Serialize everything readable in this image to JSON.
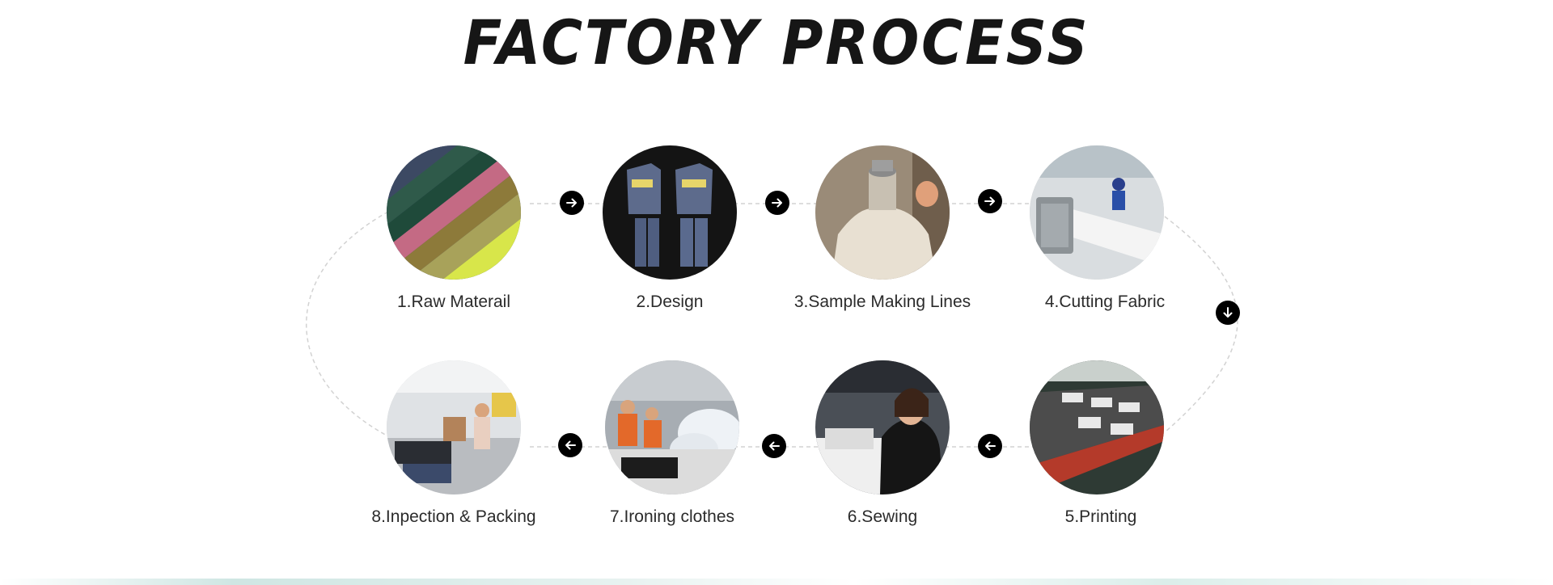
{
  "page": {
    "title": "FACTORY PROCESS"
  },
  "steps": [
    {
      "label": "1.Raw Materail",
      "image": "fabric-rolls"
    },
    {
      "label": "2.Design",
      "image": "tracksuit-design"
    },
    {
      "label": "3.Sample Making Lines",
      "image": "sample-mannequin"
    },
    {
      "label": "4.Cutting Fabric",
      "image": "cutting-machine"
    },
    {
      "label": "5.Printing",
      "image": "printing-table"
    },
    {
      "label": "6.Sewing",
      "image": "sewing-worker"
    },
    {
      "label": "7.Ironing clothes",
      "image": "ironing-steam"
    },
    {
      "label": "8.Inpection & Packing",
      "image": "packing-workshop"
    }
  ],
  "connectors": [
    {
      "direction": "right",
      "icon": "arrow-right-icon"
    },
    {
      "direction": "right",
      "icon": "arrow-right-icon"
    },
    {
      "direction": "right",
      "icon": "arrow-right-icon"
    },
    {
      "direction": "down",
      "icon": "arrow-down-icon"
    },
    {
      "direction": "left",
      "icon": "arrow-left-icon"
    },
    {
      "direction": "left",
      "icon": "arrow-left-icon"
    },
    {
      "direction": "left",
      "icon": "arrow-left-icon"
    }
  ],
  "colors": {
    "title": "#161616",
    "label": "#2b2b2b",
    "arrow_bg": "#000000",
    "arrow_fg": "#ffffff",
    "line": "#d2d2d2"
  }
}
